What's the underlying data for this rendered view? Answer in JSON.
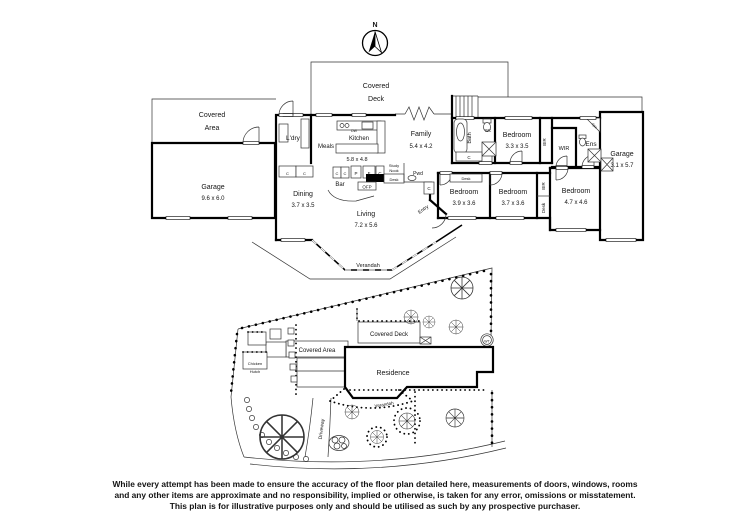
{
  "compass": {
    "north": "N"
  },
  "floorplan": {
    "covered_deck": {
      "l1": "Covered",
      "l2": "Deck"
    },
    "covered_area": {
      "l1": "Covered",
      "l2": "Area"
    },
    "garage_left": {
      "name": "Garage",
      "dim": "9.6 x 6.0"
    },
    "laundry": {
      "name": "L'dry"
    },
    "meals": {
      "name": "Meals"
    },
    "kitchen": {
      "name": "Kitchen",
      "dim": "5.8 x 4.8",
      "dw": "DW"
    },
    "family": {
      "name": "Family",
      "dim": "5.4 x 4.2"
    },
    "bath": {
      "name": "Bath"
    },
    "wc": {
      "name": "Wc"
    },
    "cupboard": "C",
    "bedroom1": {
      "name": "Bedroom",
      "dim": "3.3 x 3.5"
    },
    "bir": "BIR",
    "wir": {
      "name": "WIR"
    },
    "ens": {
      "name": "Ens"
    },
    "spa": {
      "name": "Spa"
    },
    "garage_right": {
      "name": "Garage",
      "dim": "3.1 x 5.7"
    },
    "dining": {
      "name": "Dining",
      "dim": "3.7 x 3.5"
    },
    "living": {
      "name": "Living",
      "dim": "7.2 x 5.6"
    },
    "bar": {
      "name": "Bar"
    },
    "pantry": "P",
    "fridge": "F",
    "ofp": "OFP",
    "study_nook": {
      "l1": "Study",
      "l2": "Nook",
      "l3": "Desk"
    },
    "powder": {
      "name": "Pwd"
    },
    "entry": {
      "name": "Entry"
    },
    "desk": "Desk",
    "bedroom2": {
      "name": "Bedroom",
      "dim": "3.9 x 3.6"
    },
    "bedroom3": {
      "name": "Bedroom",
      "dim": "3.7 x 3.6"
    },
    "bedroom4": {
      "name": "Bedroom",
      "dim": "4.7 x 4.6"
    },
    "verandah": {
      "name": "Verandah"
    }
  },
  "siteplan": {
    "covered_deck": "Covered Deck",
    "covered_area": "Covered Area",
    "residence": "Residence",
    "verandah": "Verandah",
    "driveway": "Driveway",
    "chicken_hutch": {
      "l1": "Chicken",
      "l2": "Hutch"
    },
    "water_tank": "WT"
  },
  "disclaimer": {
    "line1": "While every attempt has been made to ensure the accuracy of the floor plan detailed here, measurements of doors, windows, rooms",
    "line2": "and any other items are approximate and no responsibility, implied or otherwise, is taken for any error, omissions or misstatement.",
    "line3": "This plan is for illustrative purposes only and should be utilised as such by any prospective purchaser."
  }
}
